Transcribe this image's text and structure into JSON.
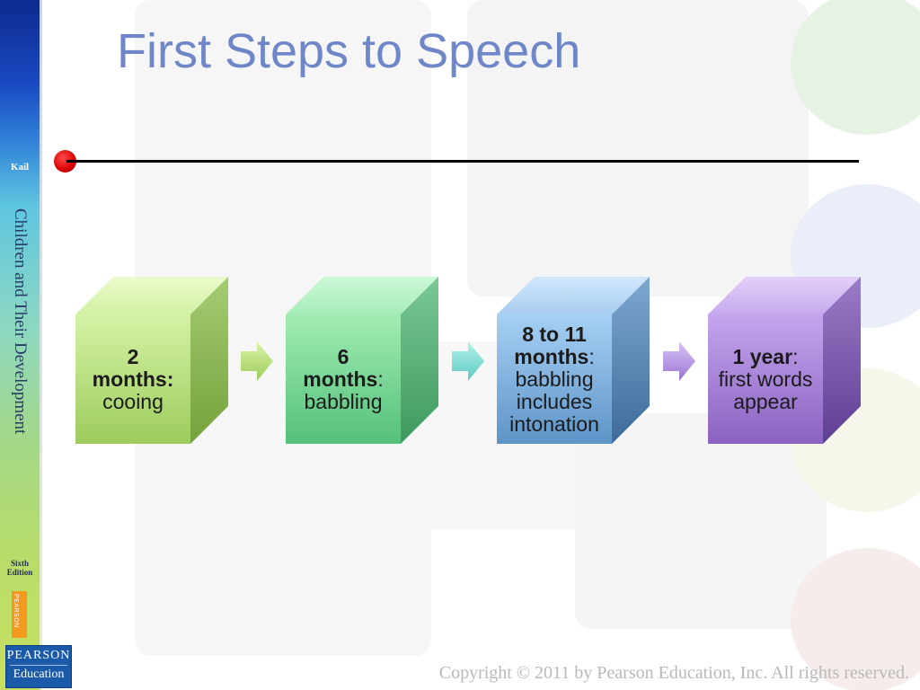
{
  "slide": {
    "title": "First Steps to Speech",
    "copyright": "Copyright © 2011 by Pearson Education, Inc. All rights reserved."
  },
  "sidebar": {
    "author": "Kail",
    "book_title": "Children and Their Development",
    "edition_line1": "Sixth",
    "edition_line2": "Edition",
    "tab_label": "PEARSON",
    "logo_top": "PEARSON",
    "logo_bottom": "Education"
  },
  "colors": {
    "title": "#6f86c8",
    "bullet": "#d80000",
    "stage_1": "#a8d868",
    "stage_2": "#5cc880",
    "stage_3": "#6aa2d8",
    "stage_4": "#9670cc"
  },
  "stages": [
    {
      "age": "2",
      "age_cont": "months:",
      "colon": "",
      "text": "cooing"
    },
    {
      "age": "6",
      "age_cont": "months",
      "colon": ":",
      "text": "babbling"
    },
    {
      "age": "8 to 11",
      "age_cont": "months",
      "colon": ":",
      "text": "babbling includes intonation"
    },
    {
      "age": "1 year",
      "age_cont": "",
      "colon": ":",
      "text": "first words appear"
    }
  ]
}
